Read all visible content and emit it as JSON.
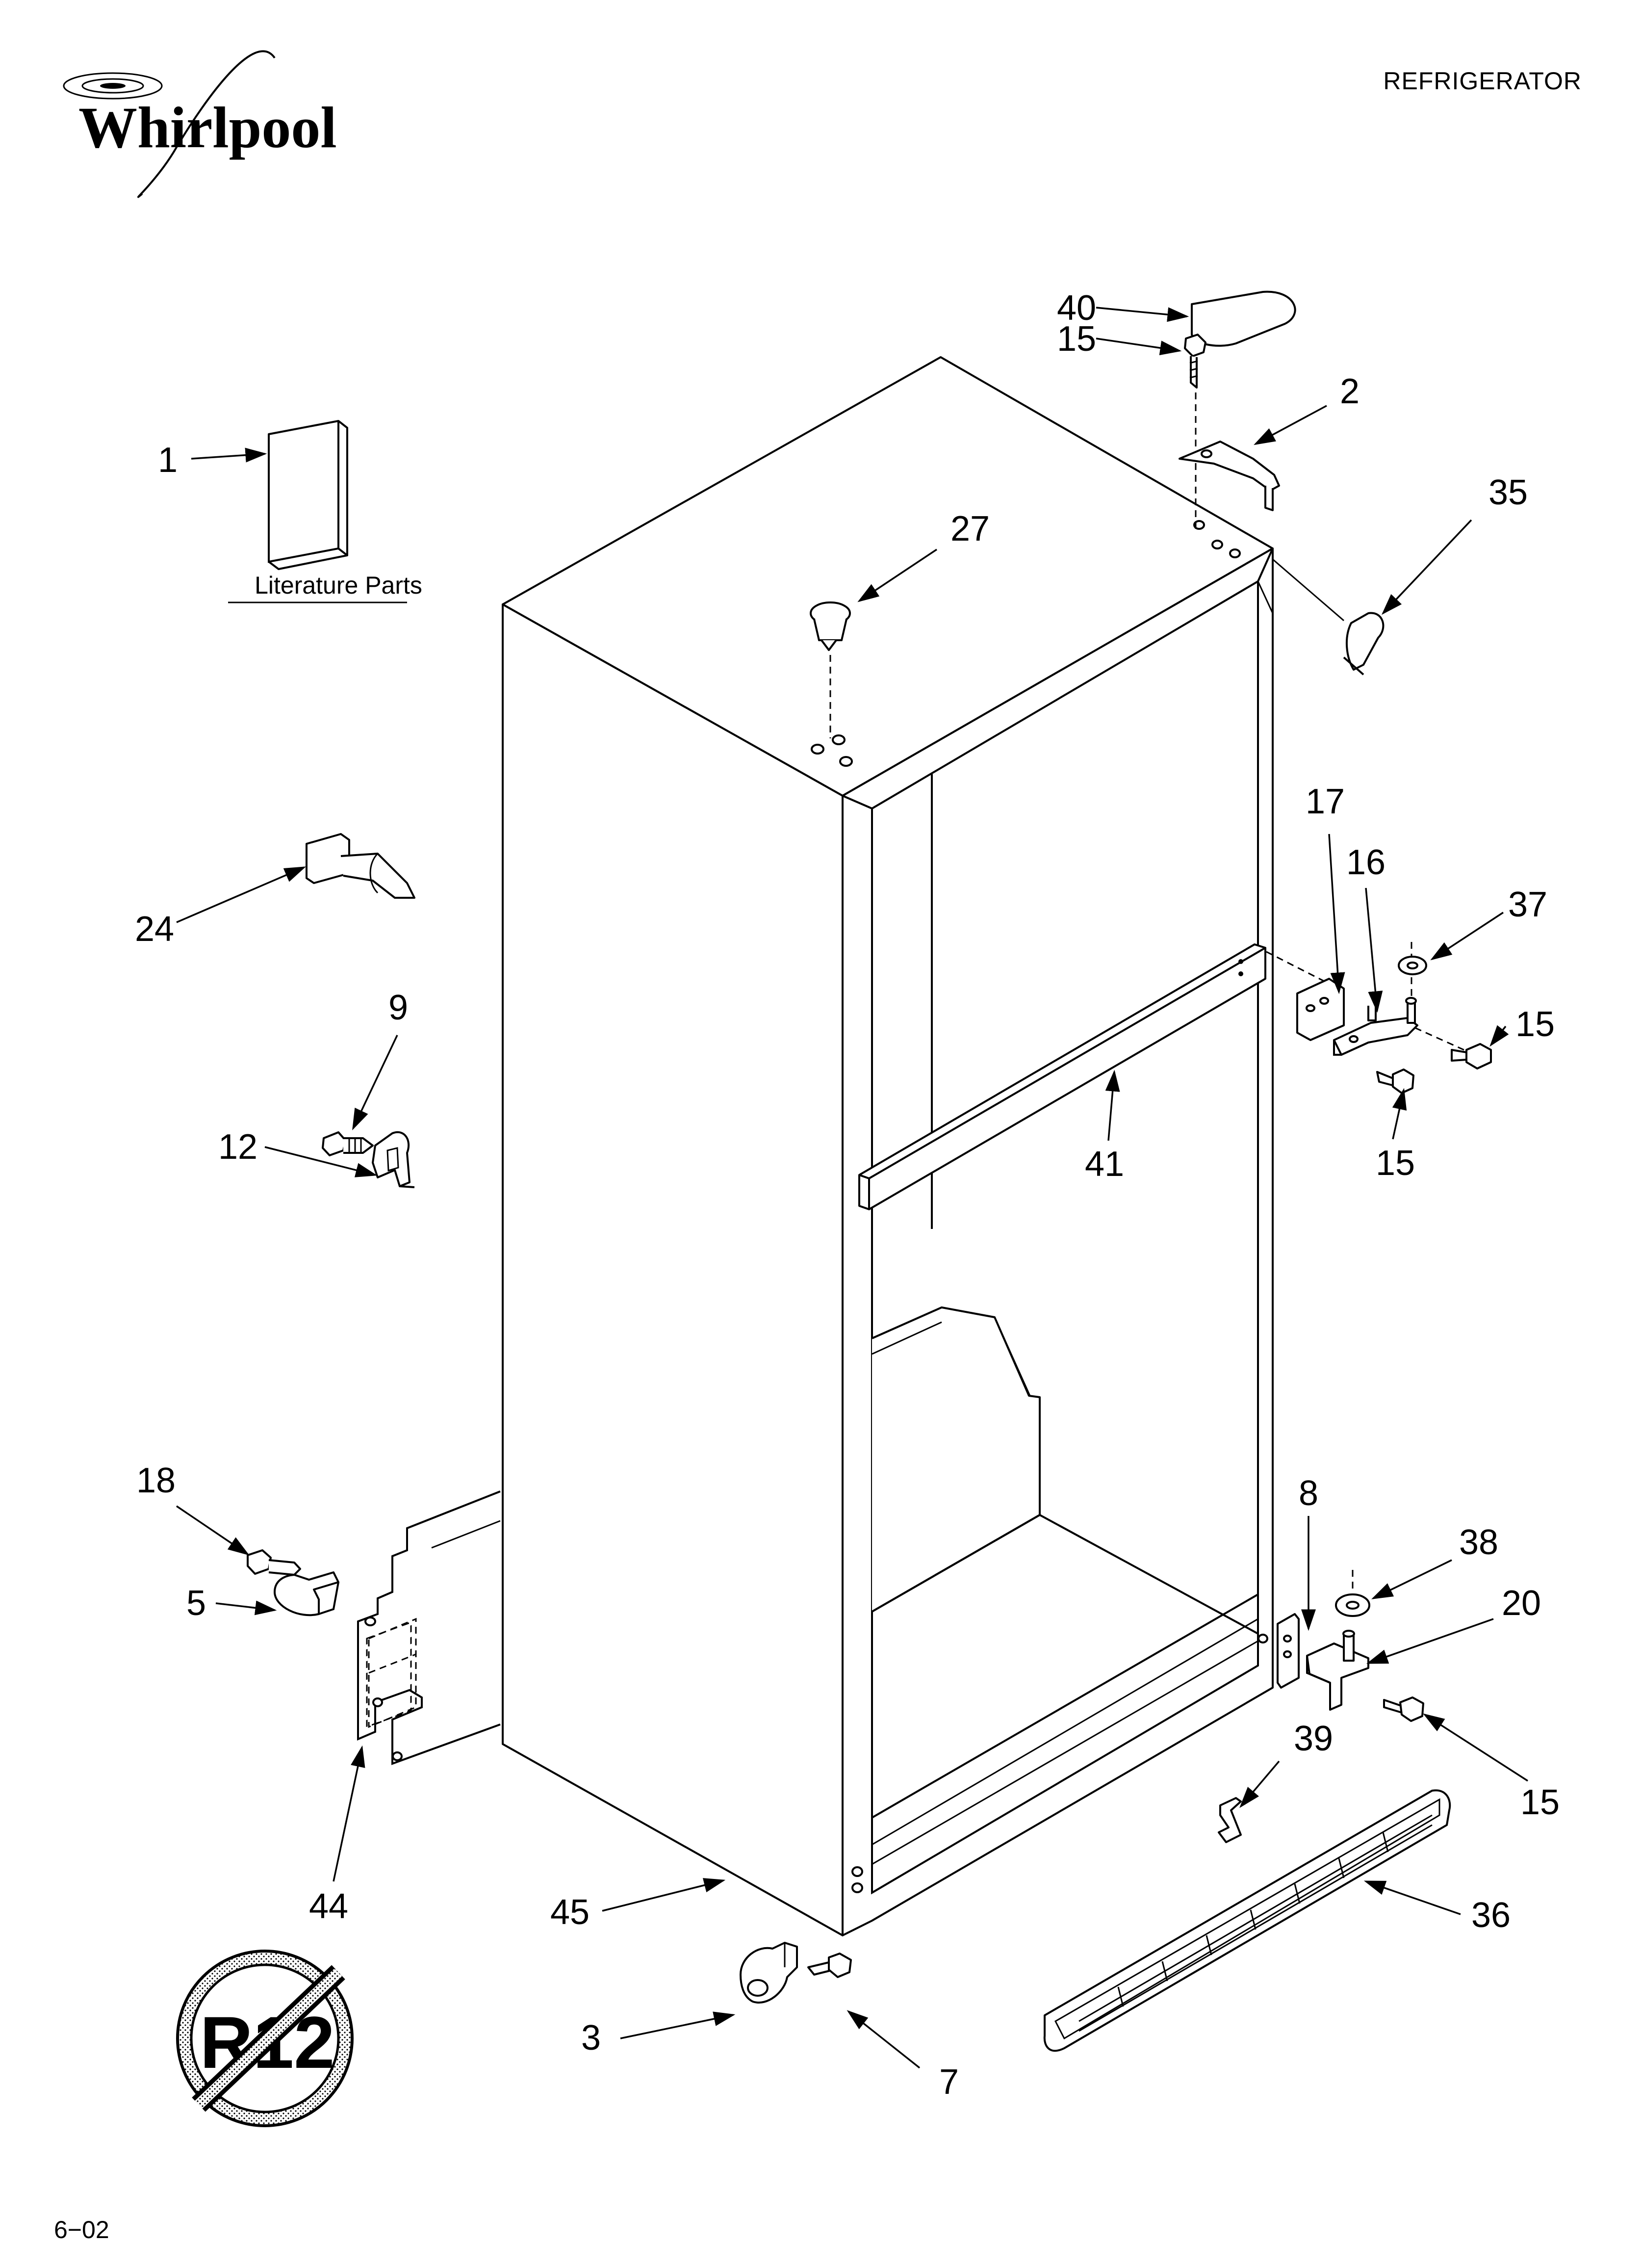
{
  "brand": "Whirlpool",
  "header_title": "REFRIGERATOR",
  "literature_label": "Literature Parts",
  "footer_date": "6−02",
  "no_r12_symbol": "R12",
  "callouts": [
    {
      "id": "c40",
      "label": "40"
    },
    {
      "id": "c15a",
      "label": "15"
    },
    {
      "id": "c2",
      "label": "2"
    },
    {
      "id": "c1",
      "label": "1"
    },
    {
      "id": "c35",
      "label": "35"
    },
    {
      "id": "c27",
      "label": "27"
    },
    {
      "id": "c17",
      "label": "17"
    },
    {
      "id": "c16",
      "label": "16"
    },
    {
      "id": "c37",
      "label": "37"
    },
    {
      "id": "c24",
      "label": "24"
    },
    {
      "id": "c9",
      "label": "9"
    },
    {
      "id": "c15b",
      "label": "15"
    },
    {
      "id": "c15c",
      "label": "15"
    },
    {
      "id": "c12",
      "label": "12"
    },
    {
      "id": "c41",
      "label": "41"
    },
    {
      "id": "c18",
      "label": "18"
    },
    {
      "id": "c8",
      "label": "8"
    },
    {
      "id": "c38",
      "label": "38"
    },
    {
      "id": "c5",
      "label": "5"
    },
    {
      "id": "c20",
      "label": "20"
    },
    {
      "id": "c39",
      "label": "39"
    },
    {
      "id": "c15d",
      "label": "15"
    },
    {
      "id": "c44",
      "label": "44"
    },
    {
      "id": "c45",
      "label": "45"
    },
    {
      "id": "c36",
      "label": "36"
    },
    {
      "id": "c3",
      "label": "3"
    },
    {
      "id": "c7",
      "label": "7"
    }
  ]
}
